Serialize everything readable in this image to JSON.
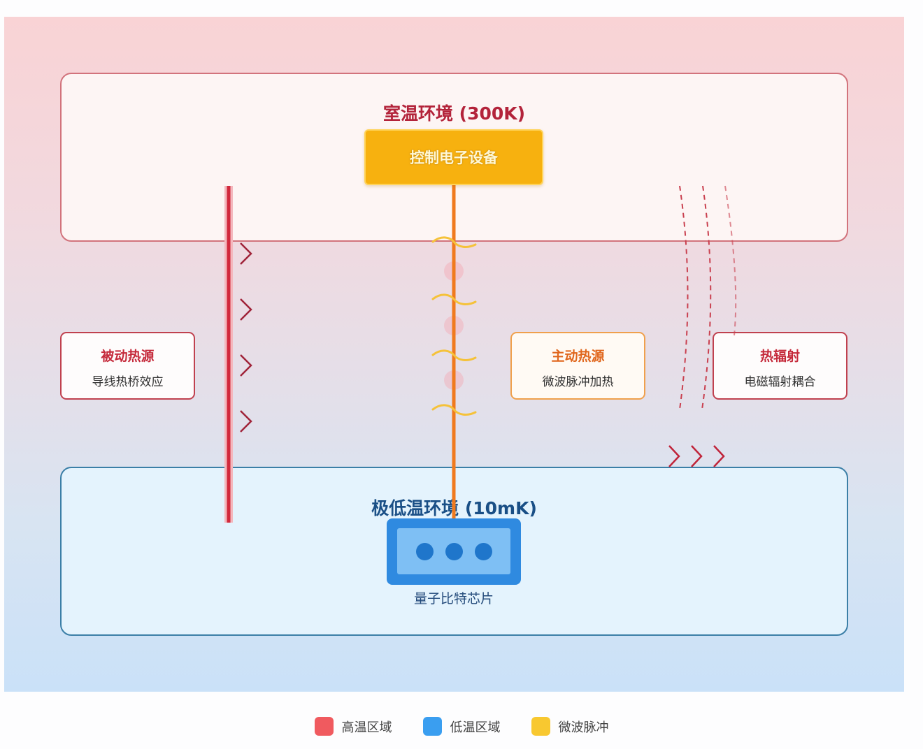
{
  "zones": {
    "hot": {
      "title": "室温环境 (300K)"
    },
    "cold": {
      "title": "极低温环境 (10mK)"
    }
  },
  "device": {
    "label": "控制电子设备"
  },
  "chip": {
    "label": "量子比特芯片",
    "qubit_count": 3
  },
  "heat_sources": [
    {
      "id": "passive",
      "title": "被动热源",
      "subtitle": "导线热桥效应"
    },
    {
      "id": "active",
      "title": "主动热源",
      "subtitle": "微波脉冲加热"
    },
    {
      "id": "radiation",
      "title": "热辐射",
      "subtitle": "电磁辐射耦合"
    }
  ],
  "legend": [
    {
      "label": "高温区域",
      "color": "#f05a5f"
    },
    {
      "label": "低温区域",
      "color": "#3a9ef0"
    },
    {
      "label": "微波脉冲",
      "color": "#f8c830"
    }
  ],
  "colors": {
    "wire_passive": "#d1283c",
    "wire_control": "#f07a1e",
    "microwave": "#f5c23a",
    "chevron": "#a0243a",
    "radiation_dash": "#c9404f"
  }
}
